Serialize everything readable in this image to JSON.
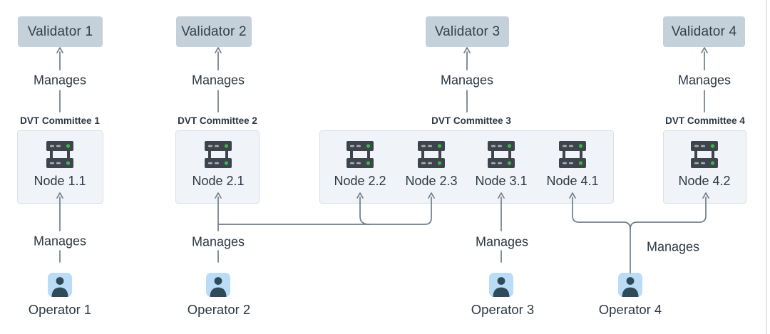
{
  "diagram": {
    "title_implied": "DVT committees managing validators",
    "validators": [
      {
        "label": "Validator 1"
      },
      {
        "label": "Validator 2"
      },
      {
        "label": "Validator 3"
      },
      {
        "label": "Validator 4"
      }
    ],
    "committees": [
      {
        "label": "DVT Committee 1",
        "nodes": [
          {
            "label": "Node 1.1"
          }
        ]
      },
      {
        "label": "DVT Committee 2",
        "nodes": [
          {
            "label": "Node 2.1"
          }
        ]
      },
      {
        "label": "DVT Committee 3",
        "nodes": [
          {
            "label": "Node 2.2"
          },
          {
            "label": "Node 2.3"
          },
          {
            "label": "Node 3.1"
          },
          {
            "label": "Node 4.1"
          }
        ]
      },
      {
        "label": "DVT Committee 4",
        "nodes": [
          {
            "label": "Node 4.2"
          }
        ]
      }
    ],
    "operators": [
      {
        "label": "Operator 1"
      },
      {
        "label": "Operator 2"
      },
      {
        "label": "Operator 3"
      },
      {
        "label": "Operator 4"
      }
    ],
    "edges": [
      {
        "from": "DVT Committee 1",
        "to": [
          "Validator 1"
        ],
        "label": "Manages"
      },
      {
        "from": "DVT Committee 2",
        "to": [
          "Validator 2"
        ],
        "label": "Manages"
      },
      {
        "from": "DVT Committee 3",
        "to": [
          "Validator 3"
        ],
        "label": "Manages"
      },
      {
        "from": "DVT Committee 4",
        "to": [
          "Validator 4"
        ],
        "label": "Manages"
      },
      {
        "from": "Operator 1",
        "to": [
          "Node 1.1"
        ],
        "label": "Manages"
      },
      {
        "from": "Operator 2",
        "to": [
          "Node 2.1",
          "Node 2.2",
          "Node 2.3"
        ],
        "label": "Manages"
      },
      {
        "from": "Operator 3",
        "to": [
          "Node 3.1"
        ],
        "label": "Manages"
      },
      {
        "from": "Operator 4",
        "to": [
          "Node 4.1",
          "Node 4.2"
        ],
        "label": "Manages"
      }
    ],
    "icons": {
      "node_icon": "server-icon",
      "operator_icon": "person-icon"
    },
    "colors": {
      "validator_box": "#c4d0da",
      "validator_text": "#323e4a",
      "committee_box": "#f0f4f8",
      "committee_border": "#d9e0e7",
      "text": "#2c3843",
      "wire": "#6f7d89",
      "operator_badge": "#badcf6",
      "operator_person": "#2f4b59",
      "server_body": "#3d444b",
      "server_dash": "#a9b0b6",
      "server_led": "#3fb54a",
      "page_border": "#d7dce0"
    }
  }
}
